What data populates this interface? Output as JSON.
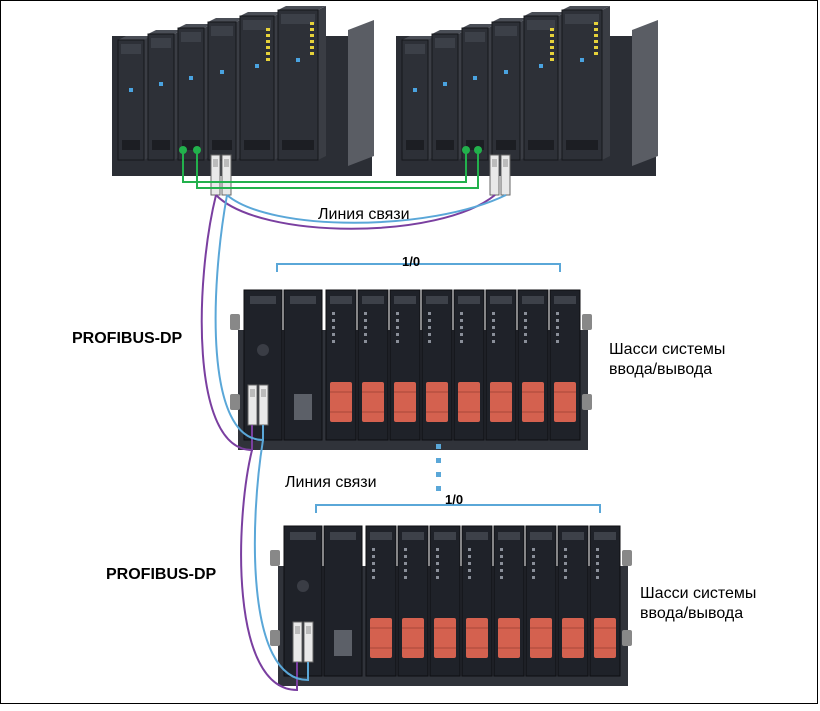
{
  "labels": {
    "comm_line_top": "Линия связи",
    "comm_line_mid": "Линия связи",
    "profibus_1": "PROFIBUS-DP",
    "profibus_2": "PROFIBUS-DP",
    "io_1": "1/0",
    "io_2": "1/0",
    "chassis_1": "Шасси системы\nввода/вывода",
    "chassis_2": "Шасси системы\nввода/вывода"
  },
  "colors": {
    "redundant_link": "#22b14c",
    "profibus_purple": "#7a3fa0",
    "profibus_blue": "#5aa7d8",
    "io_bracket": "#5aa7d8",
    "module_body": "#1f2229",
    "terminal_red": "#d4614f"
  }
}
